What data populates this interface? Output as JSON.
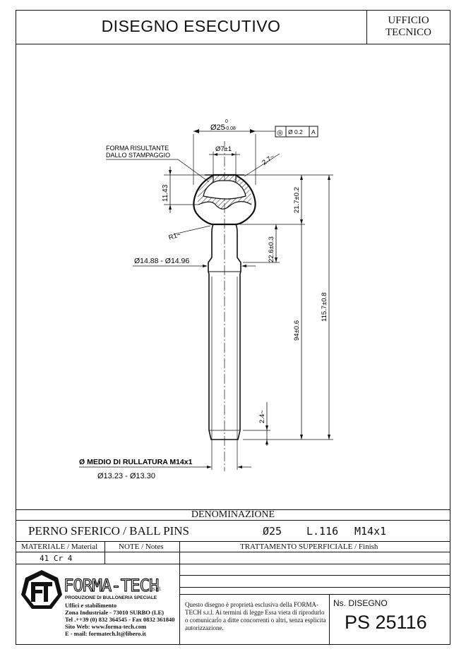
{
  "header": {
    "title": "DISEGNO ESECUTIVO",
    "office_line1": "UFFICIO",
    "office_line2": "TECNICO"
  },
  "drawing": {
    "note_line1": "FORMA RISULTANTE",
    "note_line2": "DALLO STAMPAGGIO",
    "dim_ball_dia": "Ø25",
    "dim_ball_tol_upper": "0",
    "dim_ball_tol_lower": "-0.08",
    "fcf_symbol": "◎",
    "fcf_value": "Ø 0.2",
    "fcf_datum": "A",
    "dim_hole": "Ø7±1",
    "dim_chamfer": "2.7~",
    "dim_cap": "11.43",
    "dim_ball_height": "21.7±0.2",
    "dim_radius": "R1~",
    "dim_neck": "22.6±0.3",
    "dim_shank": "Ø14.88  -  Ø14.96",
    "dim_thread_len": "94±0.6",
    "dim_total": "115.7±0.8",
    "dim_end_chamfer": "2.4~",
    "roll_label": "Ø MEDIO DI RULLATURA  M14x1",
    "roll_values": "Ø13.23  -  Ø13.30"
  },
  "title_block": {
    "denominazione_label": "DENOMINAZIONE",
    "part_name": "PERNO SFERICO / BALL PINS",
    "spec_diameter": "Ø25",
    "spec_length": "L.116",
    "spec_thread": "M14x1",
    "material_header": "MATERIALE / Material",
    "notes_header": "NOTE / Notes",
    "finish_header": "TRATTAMENTO SUPERFICIALE / Finish",
    "material_value": "41  Cr  4",
    "drawing_number_label": "Ns. DISEGNO",
    "drawing_number": "PS 25116",
    "notice": "Questo disegno è proprietà esclusiva della FORMA-TECH s.r.l. Ai termini di legge Essa vieta di riprodurlo o comunicarlo a ditte concorrenti o altri, senza esplicita autorizzazione."
  },
  "company": {
    "logo_letters": "FT",
    "name": "FORMA-TECH",
    "suffix": "s.r.l.",
    "tagline": "PRODUZIONE DI BULLONERIA SPECIALE",
    "line1": "Uffici e stabilimento",
    "line2": "Zona Industriale - 73010 SURBO (LE)",
    "line3": "Tel .++39 (0) 832 364545 - Fax 0832 361840",
    "line4": "Sito Web:   www.forma-tech.com",
    "line5": "E - mail:   formatech.lt@libero.it"
  }
}
